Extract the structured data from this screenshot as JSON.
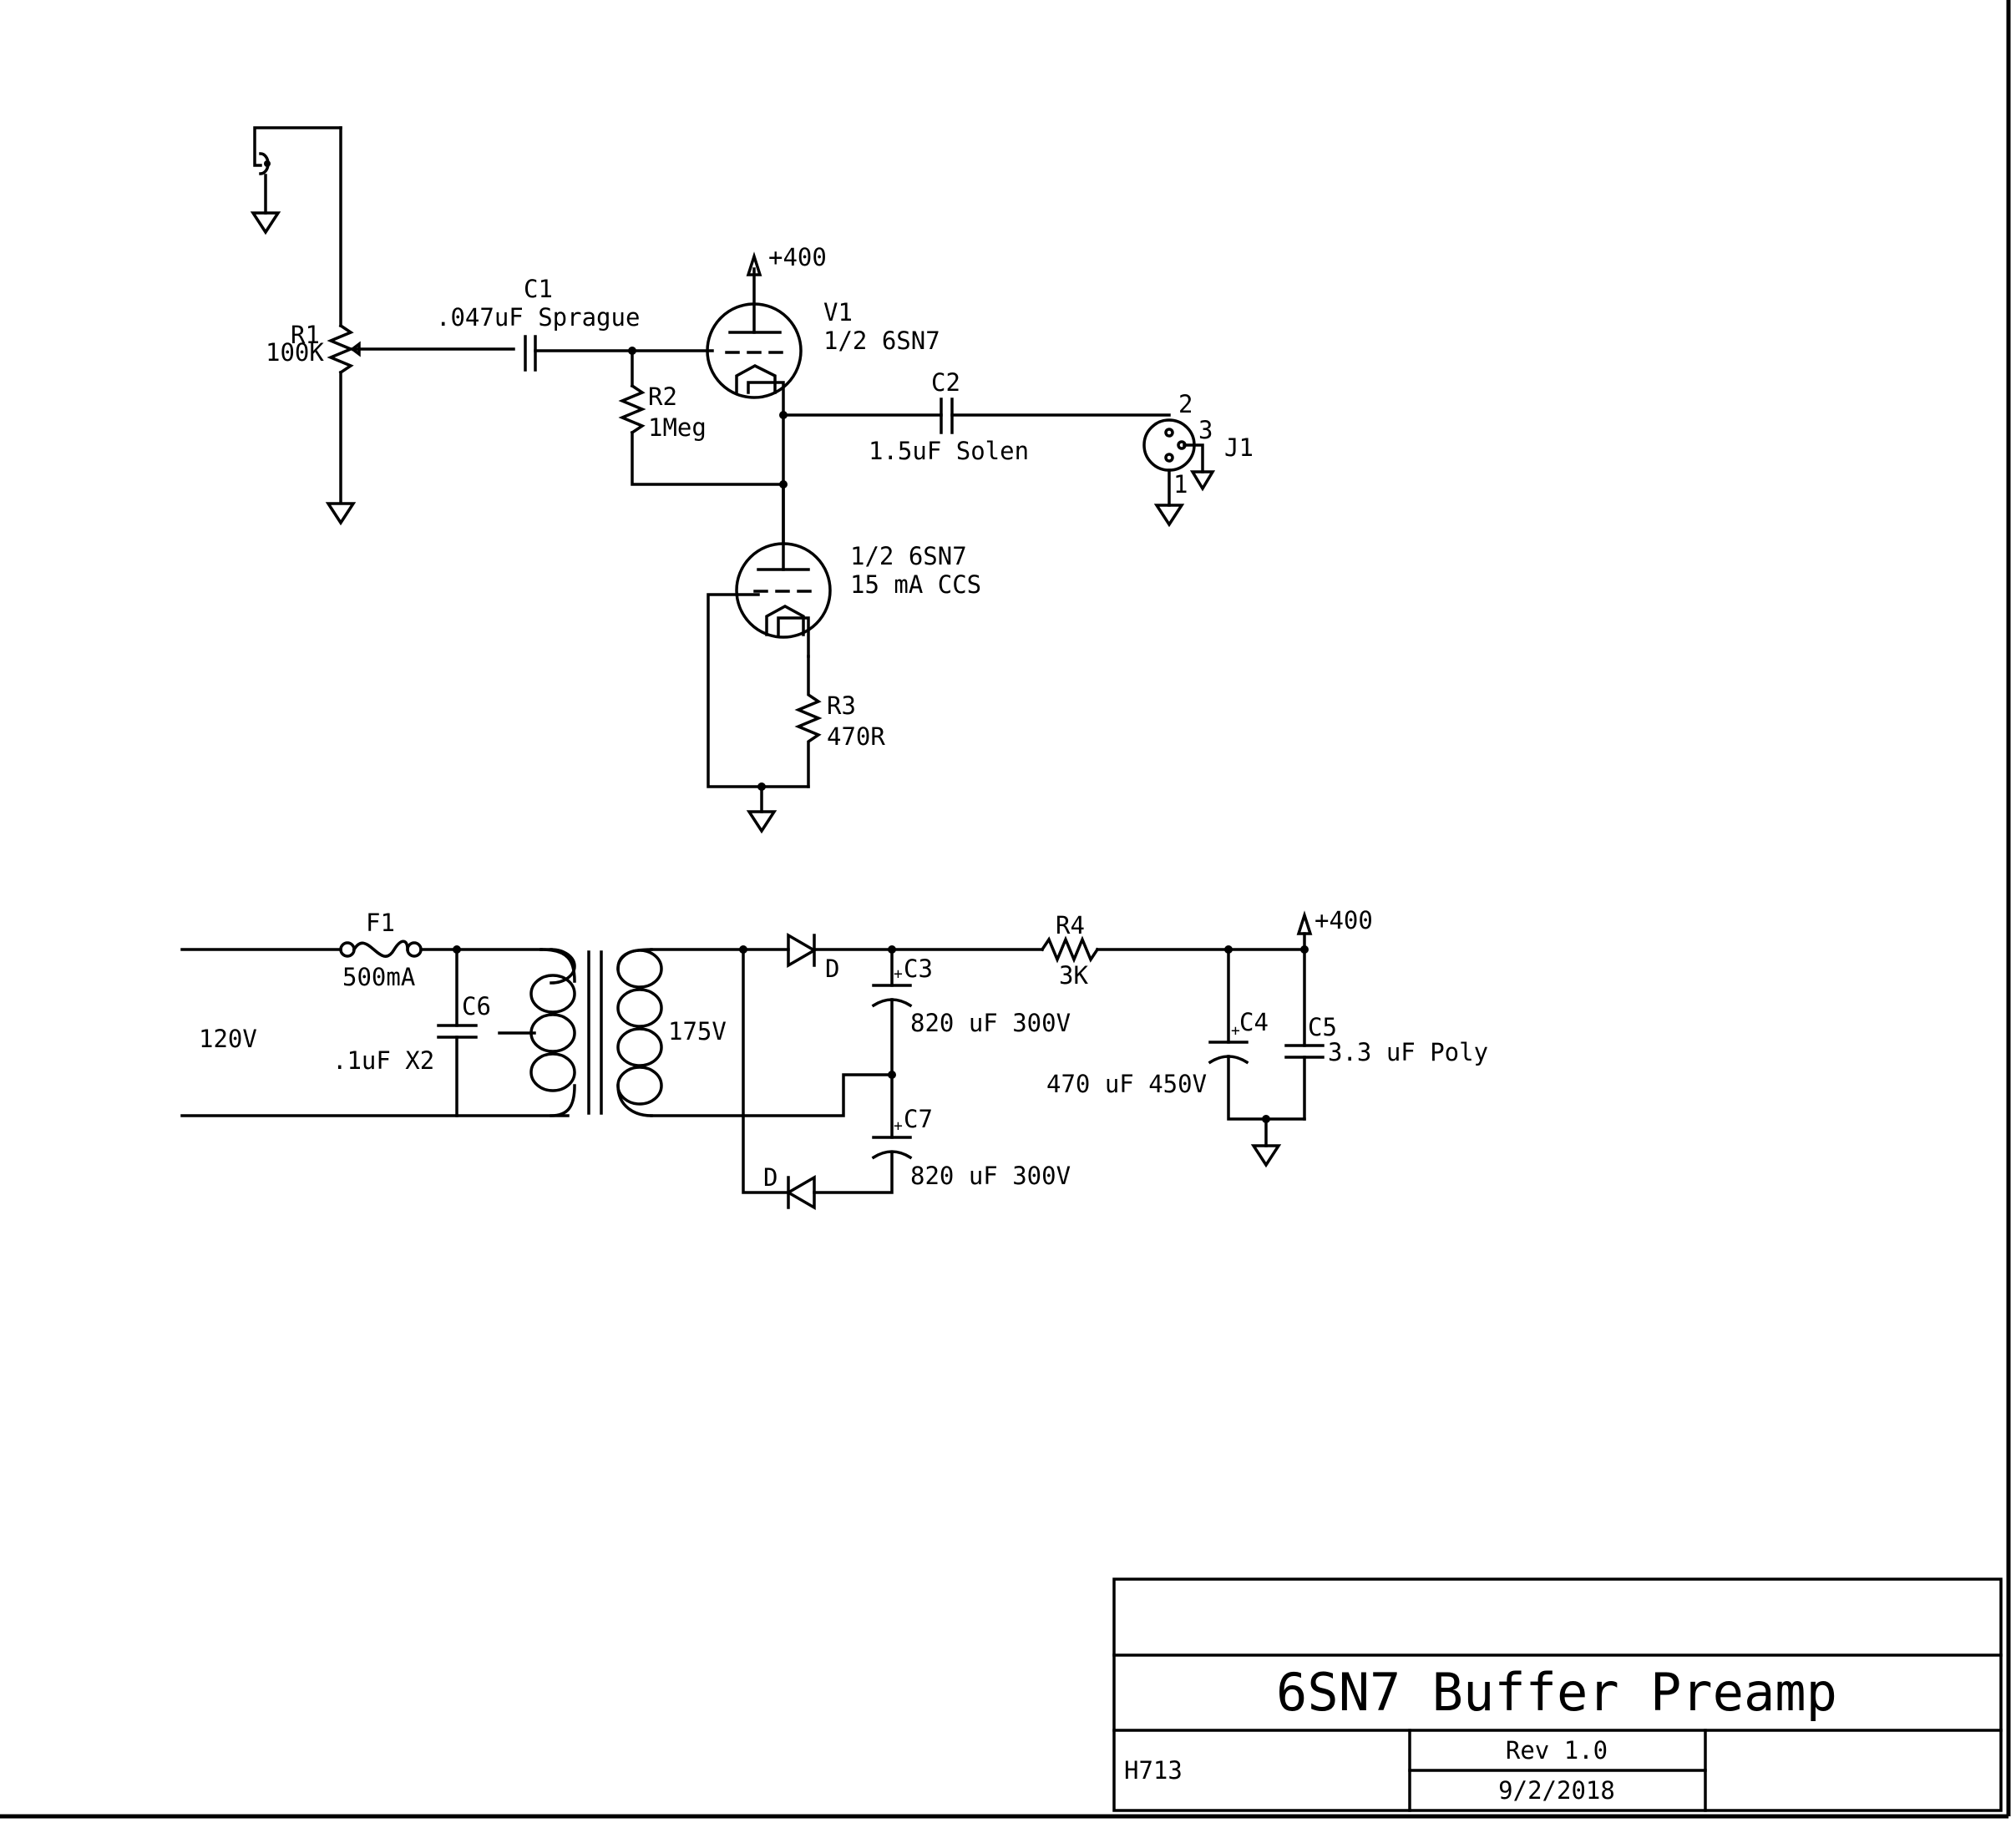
{
  "labels": {
    "r1_ref": "R1",
    "r1_val": "100K",
    "c1_ref": "C1",
    "c1_val": ".047uF Sprague",
    "v1_ref": "V1",
    "v1_val": "1/2 6SN7",
    "b_plus_top": "+400",
    "r2_ref": "R2",
    "r2_val": "1Meg",
    "c2_ref": "C2",
    "c2_val": "1.5uF Solen",
    "j1_ref": "J1",
    "j1_pin1": "1",
    "j1_pin2": "2",
    "j1_pin3": "3",
    "v2_val": "1/2 6SN7",
    "v2_desc": "15 mA CCS",
    "r3_ref": "R3",
    "r3_val": "470R",
    "f1_ref": "F1",
    "f1_val": "500mA",
    "mains": "120V",
    "c6_ref": "C6",
    "c6_val": ".1uF X2",
    "secondary": "175V",
    "d_top": "D",
    "d_bottom": "D",
    "c3_ref": "C3",
    "c3_val": "820 uF 300V",
    "c7_ref": "C7",
    "c7_val": "820 uF 300V",
    "r4_ref": "R4",
    "r4_val": "3K",
    "b_plus_bottom": "+400",
    "c4_ref": "C4",
    "c4_val": "470 uF 450V",
    "c5_ref": "C5",
    "c5_val": "3.3 uF Poly",
    "plus_sign": "+"
  },
  "title_block": {
    "title": "6SN7 Buffer Preamp",
    "drawing_no": "H713",
    "revision": "Rev 1.0",
    "date": "9/2/2018"
  }
}
